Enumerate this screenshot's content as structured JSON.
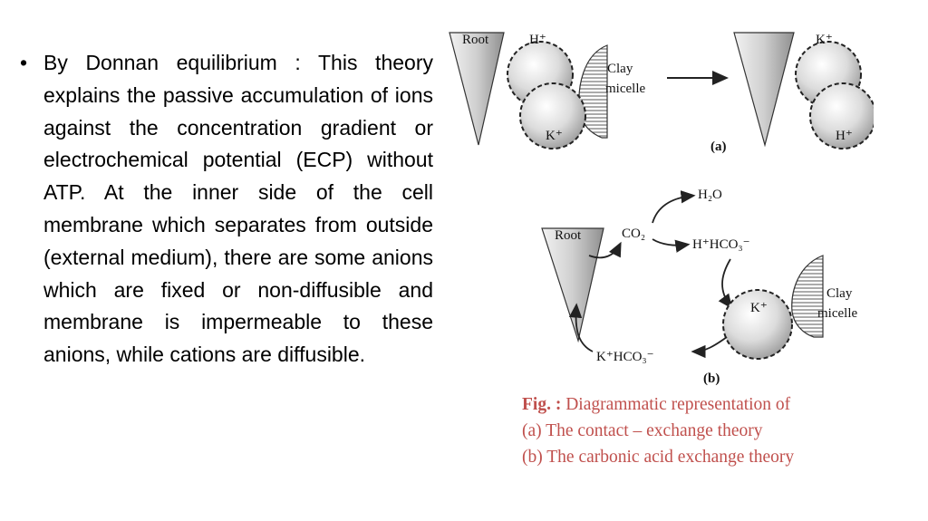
{
  "slide": {
    "bullet": "•",
    "paragraph": "By Donnan equilibrium : This theory explains the passive accumulation of ions against the concentration gradient or electrochemical potential (ECP) without ATP. At the inner side of the cell membrane which separates from outside (external medium), there are some anions which are fixed or non-diffusible and membrane is impermeable to these anions, while cations are diffusible."
  },
  "figure": {
    "panel_a": {
      "root_label": "Root",
      "ion_top_left": "H⁺",
      "ion_bottom_left": "K⁺",
      "clay_label_line1": "Clay",
      "clay_label_line2": "micelle",
      "ion_top_right": "K⁺",
      "ion_bottom_right": "H⁺",
      "panel_label": "(a)"
    },
    "panel_b": {
      "root_label": "Root",
      "co2": "CO₂",
      "h2o": "H₂O",
      "h_hco3": "H⁺HCO₃⁻",
      "k_ion": "K⁺",
      "clay_label_line1": "Clay",
      "clay_label_line2": "micelle",
      "k_hco3": "K⁺HCO₃⁻",
      "panel_label": "(b)"
    },
    "caption": {
      "prefix": "Fig. :",
      "title": " Diagrammatic representation of",
      "line_a": "(a)  The contact – exchange theory",
      "line_b": "(b)  The carbonic acid exchange theory"
    },
    "colors": {
      "caption": "#c0504d"
    }
  }
}
